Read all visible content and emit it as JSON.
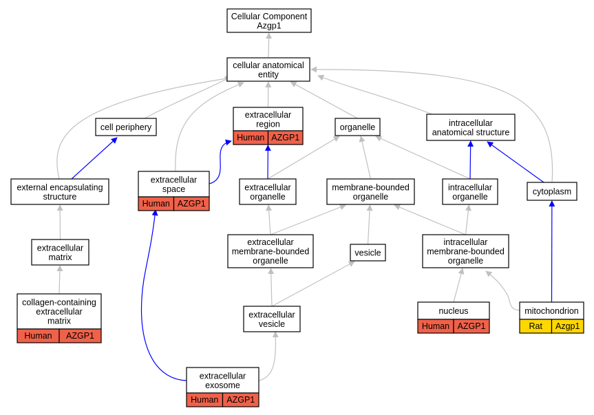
{
  "colors": {
    "gray_edge": "#c0c0c0",
    "blue_edge": "#0000ff",
    "human_anno": "#f0614a",
    "rat_anno": "#ffd700"
  },
  "nodes": {
    "root": {
      "lines": [
        "Cellular Component",
        "Azgp1"
      ]
    },
    "cae": {
      "lines": [
        "cellular anatomical",
        "entity"
      ]
    },
    "cell_periphery": {
      "lines": [
        "cell periphery"
      ]
    },
    "extracellular_region": {
      "lines": [
        "extracellular",
        "region"
      ],
      "annotation": [
        "Human",
        "AZGP1"
      ]
    },
    "organelle": {
      "lines": [
        "organelle"
      ]
    },
    "intracellular_anatomical_structure": {
      "lines": [
        "intracellular",
        "anatomical structure"
      ]
    },
    "external_encapsulating_structure": {
      "lines": [
        "external encapsulating",
        "structure"
      ]
    },
    "extracellular_space": {
      "lines": [
        "extracellular",
        "space"
      ],
      "annotation": [
        "Human",
        "AZGP1"
      ]
    },
    "extracellular_organelle": {
      "lines": [
        "extracellular",
        "organelle"
      ]
    },
    "membrane_bounded_organelle": {
      "lines": [
        "membrane-bounded",
        "organelle"
      ]
    },
    "intracellular_organelle": {
      "lines": [
        "intracellular",
        "organelle"
      ]
    },
    "cytoplasm": {
      "lines": [
        "cytoplasm"
      ]
    },
    "extracellular_matrix": {
      "lines": [
        "extracellular",
        "matrix"
      ]
    },
    "extracellular_mbo": {
      "lines": [
        "extracellular",
        "membrane-bounded",
        "organelle"
      ]
    },
    "vesicle": {
      "lines": [
        "vesicle"
      ]
    },
    "intracellular_mbo": {
      "lines": [
        "intracellular",
        "membrane-bounded",
        "organelle"
      ]
    },
    "collagen_ecm": {
      "lines": [
        "collagen-containing",
        "extracellular",
        "matrix"
      ],
      "annotation": [
        "Human",
        "AZGP1"
      ]
    },
    "extracellular_vesicle": {
      "lines": [
        "extracellular",
        "vesicle"
      ]
    },
    "nucleus": {
      "lines": [
        "nucleus"
      ],
      "annotation": [
        "Human",
        "AZGP1"
      ]
    },
    "mitochondrion": {
      "lines": [
        "mitochondrion"
      ],
      "annotation": [
        "Rat",
        "Azgp1"
      ]
    },
    "extracellular_exosome": {
      "lines": [
        "extracellular",
        "exosome"
      ],
      "annotation": [
        "Human",
        "AZGP1"
      ]
    }
  },
  "edges": [
    {
      "from": "cae",
      "to": "root",
      "kind": "is_a"
    },
    {
      "from": "cell_periphery",
      "to": "cae",
      "kind": "is_a"
    },
    {
      "from": "extracellular_region",
      "to": "cae",
      "kind": "is_a"
    },
    {
      "from": "organelle",
      "to": "cae",
      "kind": "is_a"
    },
    {
      "from": "intracellular_anatomical_structure",
      "to": "cae",
      "kind": "is_a"
    },
    {
      "from": "external_encapsulating_structure",
      "to": "cae",
      "kind": "is_a"
    },
    {
      "from": "extracellular_space",
      "to": "cae",
      "kind": "is_a"
    },
    {
      "from": "cytoplasm",
      "to": "cae",
      "kind": "is_a"
    },
    {
      "from": "external_encapsulating_structure",
      "to": "cell_periphery",
      "kind": "part_of"
    },
    {
      "from": "extracellular_space",
      "to": "extracellular_region",
      "kind": "part_of"
    },
    {
      "from": "extracellular_organelle",
      "to": "extracellular_region",
      "kind": "part_of"
    },
    {
      "from": "extracellular_organelle",
      "to": "organelle",
      "kind": "is_a"
    },
    {
      "from": "membrane_bounded_organelle",
      "to": "organelle",
      "kind": "is_a"
    },
    {
      "from": "intracellular_organelle",
      "to": "organelle",
      "kind": "is_a"
    },
    {
      "from": "intracellular_organelle",
      "to": "intracellular_anatomical_structure",
      "kind": "part_of"
    },
    {
      "from": "cytoplasm",
      "to": "intracellular_anatomical_structure",
      "kind": "part_of"
    },
    {
      "from": "extracellular_matrix",
      "to": "external_encapsulating_structure",
      "kind": "is_a"
    },
    {
      "from": "collagen_ecm",
      "to": "extracellular_matrix",
      "kind": "is_a"
    },
    {
      "from": "extracellular_mbo",
      "to": "extracellular_organelle",
      "kind": "is_a"
    },
    {
      "from": "extracellular_mbo",
      "to": "membrane_bounded_organelle",
      "kind": "is_a"
    },
    {
      "from": "vesicle",
      "to": "membrane_bounded_organelle",
      "kind": "is_a"
    },
    {
      "from": "intracellular_mbo",
      "to": "membrane_bounded_organelle",
      "kind": "is_a"
    },
    {
      "from": "intracellular_mbo",
      "to": "intracellular_organelle",
      "kind": "is_a"
    },
    {
      "from": "extracellular_vesicle",
      "to": "extracellular_mbo",
      "kind": "is_a"
    },
    {
      "from": "extracellular_vesicle",
      "to": "vesicle",
      "kind": "is_a"
    },
    {
      "from": "nucleus",
      "to": "intracellular_mbo",
      "kind": "is_a"
    },
    {
      "from": "mitochondrion",
      "to": "intracellular_mbo",
      "kind": "is_a"
    },
    {
      "from": "mitochondrion",
      "to": "cytoplasm",
      "kind": "part_of"
    },
    {
      "from": "extracellular_exosome",
      "to": "extracellular_vesicle",
      "kind": "is_a"
    },
    {
      "from": "extracellular_exosome",
      "to": "extracellular_space",
      "kind": "part_of"
    }
  ]
}
